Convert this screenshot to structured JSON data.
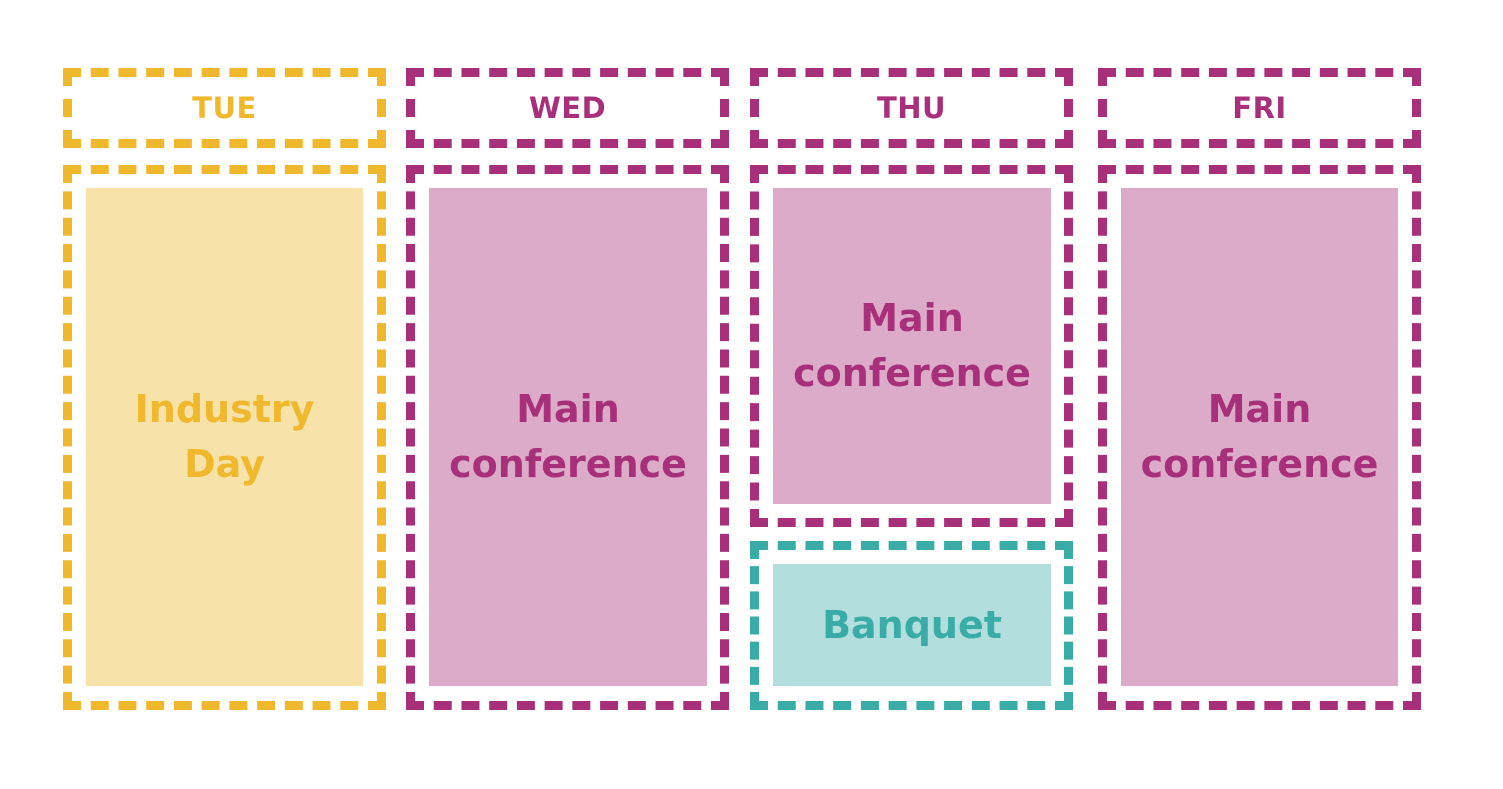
{
  "colors": {
    "industry": "#f0b82d",
    "industry_fill": "#f7e2a9",
    "main": "#a8307a",
    "main_fill": "#dbabc9",
    "banquet": "#3aaca7",
    "banquet_fill": "#b2dfde"
  },
  "days": [
    {
      "label": "TUE"
    },
    {
      "label": "WED"
    },
    {
      "label": "THU"
    },
    {
      "label": "FRI"
    }
  ],
  "events": {
    "tue": {
      "line1": "Industry",
      "line2": "Day"
    },
    "wed": {
      "line1": "Main",
      "line2": "conference"
    },
    "thu_main": {
      "line1": "Main",
      "line2": "conference"
    },
    "thu_banquet": {
      "line1": "Banquet"
    },
    "fri": {
      "line1": "Main",
      "line2": "conference"
    }
  }
}
